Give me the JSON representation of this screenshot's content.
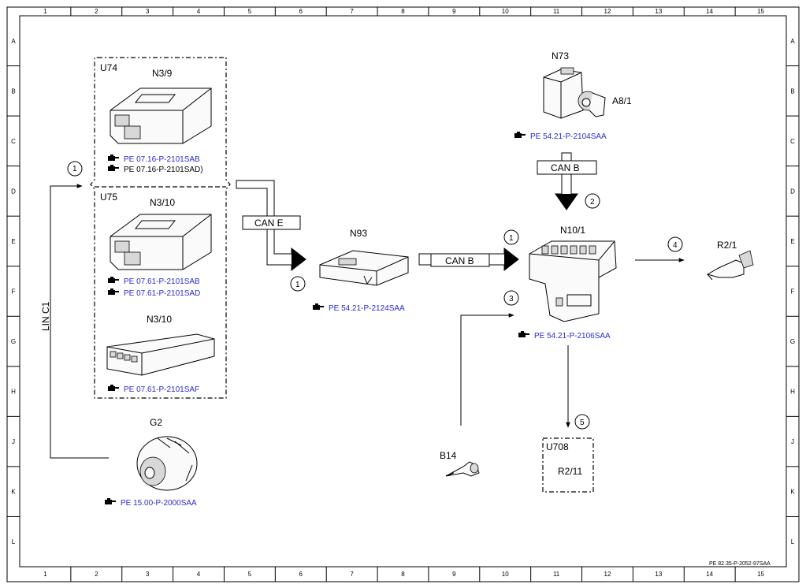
{
  "frame": {
    "columns": [
      "1",
      "2",
      "3",
      "4",
      "5",
      "6",
      "7",
      "8",
      "9",
      "10",
      "11",
      "12",
      "13",
      "14",
      "15"
    ],
    "rows": [
      "A",
      "B",
      "C",
      "D",
      "E",
      "F",
      "G",
      "H",
      "J",
      "K",
      "L"
    ],
    "doc_ref": "PE 82.35-P-2052-97SAA"
  },
  "groups": {
    "u74": "U74",
    "u75": "U75",
    "u708": "U708"
  },
  "components": {
    "n3_9": "N3/9",
    "n3_10a": "N3/10",
    "n3_10b": "N3/10",
    "g2": "G2",
    "n93": "N93",
    "n73": "N73",
    "a8_1": "A8/1",
    "n10_1": "N10/1",
    "r2_1": "R2/1",
    "r2_11": "R2/11",
    "b14": "B14"
  },
  "references": {
    "n3_9_a": "PE 07.16-P-2101SAB",
    "n3_9_b": "PE 07.16-P-2101SAD)",
    "n3_10_a": "PE 07.61-P-2101SAB",
    "n3_10_b": "PE 07.61-P-2101SAD",
    "n3_10_c": "PE 07.61-P-2101SAF",
    "g2": "PE 15.00-P-2000SAA",
    "n93": "PE 54.21-P-2124SAA",
    "n73": "PE 54.21-P-2104SAA",
    "n10_1": "PE 54.21-P-2106SAA"
  },
  "buses": {
    "can_e": "CAN E",
    "can_b_left": "CAN B",
    "can_b_top": "CAN B",
    "lin_c1": "LIN C1"
  },
  "callouts": {
    "c1_left": "1",
    "c1_n93": "1",
    "c1_n10": "1",
    "c2": "2",
    "c3": "3",
    "c4": "4",
    "c5": "5"
  },
  "icons": {
    "reference": "pointing-hand-icon"
  }
}
